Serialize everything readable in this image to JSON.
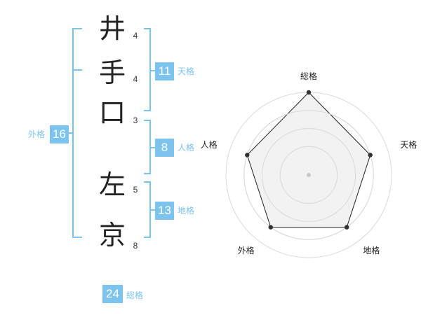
{
  "name_chars": [
    {
      "char": "井",
      "strokes": "4"
    },
    {
      "char": "手",
      "strokes": "4"
    },
    {
      "char": "口",
      "strokes": "3"
    },
    {
      "char": "左",
      "strokes": "5"
    },
    {
      "char": "京",
      "strokes": "8"
    }
  ],
  "fortunes": {
    "tenkaku": {
      "value": "11",
      "label": "天格"
    },
    "jinkaku": {
      "value": "8",
      "label": "人格"
    },
    "chikaku": {
      "value": "13",
      "label": "地格"
    },
    "gaikaku": {
      "value": "16",
      "label": "外格"
    },
    "soukaku": {
      "value": "24",
      "label": "総格"
    }
  },
  "colors": {
    "accent": "#7cc4ee",
    "polygon_fill": "#f0f0f0",
    "ring": "#d9d9d9",
    "outline": "#222222"
  },
  "chart_data": {
    "type": "radar",
    "categories": [
      "総格",
      "天格",
      "地格",
      "外格",
      "人格"
    ],
    "values": [
      5,
      4,
      4,
      4,
      4
    ],
    "max": 5,
    "rings": 4
  }
}
